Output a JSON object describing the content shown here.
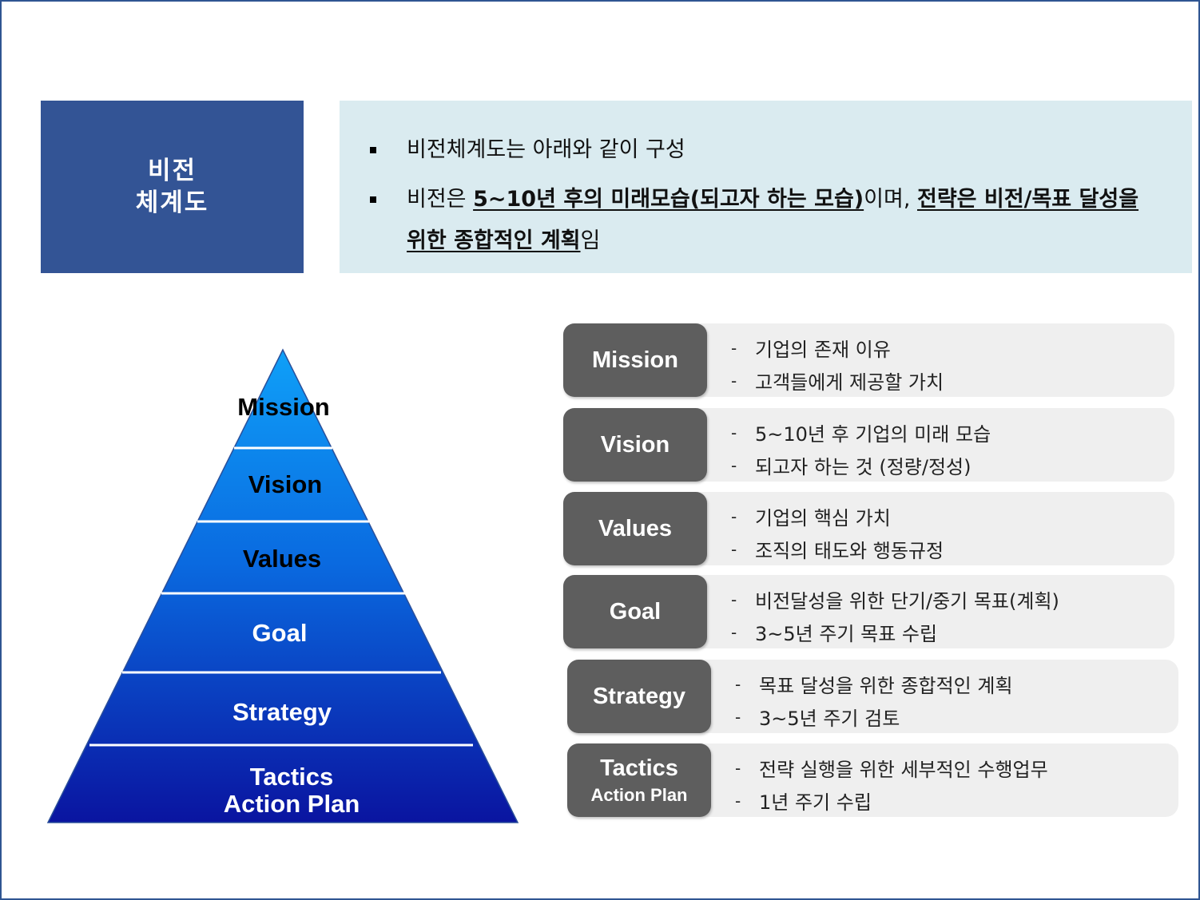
{
  "title_box": {
    "line1": "비전",
    "line2": "체계도",
    "bg": "#335495"
  },
  "intro": {
    "bg": "#daebf0",
    "bullets": [
      {
        "plain": "비전체계도는 아래와 같이 구성"
      },
      {
        "p1": "비전은 ",
        "u1": "5~10년 후의 미래모습(되고자 하는 모습)",
        "p2": "이며, ",
        "u2": "전략은 비전/목표 달성을 위한 종합적인 계획",
        "p3": "임"
      }
    ]
  },
  "pyramid": {
    "levels": [
      {
        "label": "Mission",
        "color": "#000000"
      },
      {
        "label": "Vision",
        "color": "#000000"
      },
      {
        "label": "Values",
        "color": "#000000"
      },
      {
        "label": "Goal",
        "color": "#ffffff"
      },
      {
        "label": "Strategy",
        "color": "#ffffff"
      },
      {
        "label": "Tactics",
        "label2": "Action Plan",
        "color": "#ffffff"
      }
    ],
    "gradient_top": "#0e9af5",
    "gradient_bottom": "#0a1aa5"
  },
  "rows": [
    {
      "tag": "Mission",
      "items": [
        "기업의 존재 이유",
        "고객들에게 제공할 가치"
      ]
    },
    {
      "tag": "Vision",
      "items": [
        "5~10년 후 기업의 미래 모습",
        "되고자 하는 것 (정량/정성)"
      ]
    },
    {
      "tag": "Values",
      "items": [
        "기업의 핵심 가치",
        "조직의 태도와 행동규정"
      ]
    },
    {
      "tag": "Goal",
      "items": [
        "비전달성을 위한 단기/중기 목표(계획)",
        "3~5년 주기 목표 수립"
      ]
    },
    {
      "tag": "Strategy",
      "items": [
        "목표 달성을 위한 종합적인 계획",
        "3~5년 주기 검토"
      ]
    },
    {
      "tag": "Tactics",
      "tag_sub": "Action Plan",
      "items": [
        "전략 실행을 위한 세부적인 수행업무",
        "1년 주기 수립"
      ]
    }
  ],
  "dash": "-"
}
